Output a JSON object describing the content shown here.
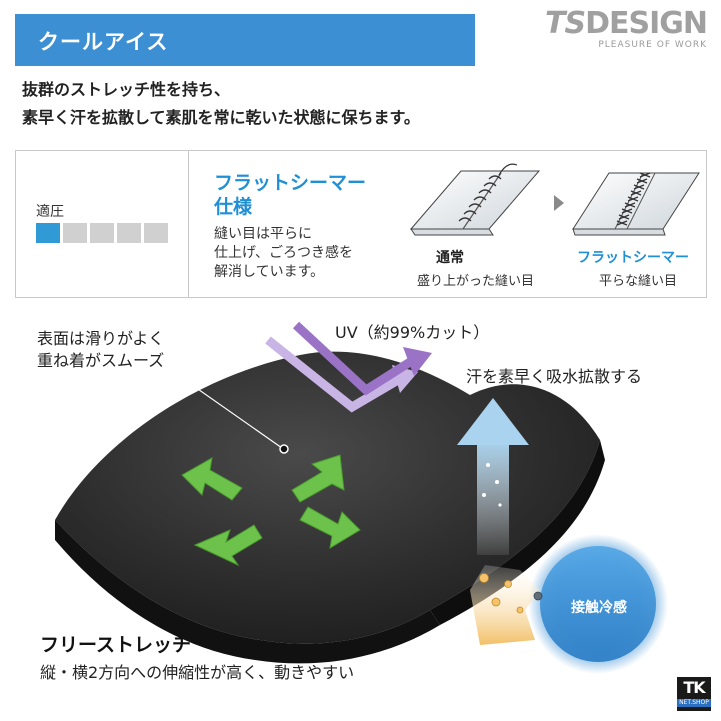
{
  "header": {
    "title": "クールアイス",
    "brand_logo_ts": "TS",
    "brand_logo_design": "DESIGN",
    "brand_tagline": "PLEASURE OF WORK"
  },
  "description": {
    "line1": "抜群のストレッチ性を持ち、",
    "line2": "素早く汗を拡散して素肌を常に乾いた状態に保ちます。"
  },
  "spec": {
    "fit_label": "適圧",
    "fit_level": 1,
    "fit_scale_max": 5,
    "flat_title_line1": "フラットシーマー",
    "flat_title_line2": "仕様",
    "flat_desc_line1": "縫い目は平らに",
    "flat_desc_line2": "仕上げ、ごろつき感を",
    "flat_desc_line3": "解消しています。",
    "normal_seam_title": "通常",
    "normal_seam_sub": "盛り上がった縫い目",
    "flat_seam_title": "フラットシーマー",
    "flat_seam_sub": "平らな縫い目"
  },
  "features": {
    "smooth_line1": "表面は滑りがよく",
    "smooth_line2": "重ね着がスムーズ",
    "uv": "UV（約99%カット）",
    "sweat": "汗を素早く吸水拡散する",
    "cool_touch": "接触冷感",
    "stretch_title": "フリーストレッチ",
    "stretch_desc": "縦・横2方向への伸縮性が高く、動きやすい"
  },
  "shop_logo": {
    "tk": "TK",
    "net": "NET.SHOP"
  },
  "colors": {
    "title_bar": "#3d8fd3",
    "accent_blue": "#1f8fd6",
    "fit_on": "#2f9ad6",
    "fabric": "#2b2b2b",
    "uv_arrow": "#9a72c6",
    "stretch_arrow": "#6cc24a",
    "sweat_arrow": "#a9d3ef",
    "cool_circle": "#3b8fd4",
    "warm_arrow": "#e8a53a"
  }
}
